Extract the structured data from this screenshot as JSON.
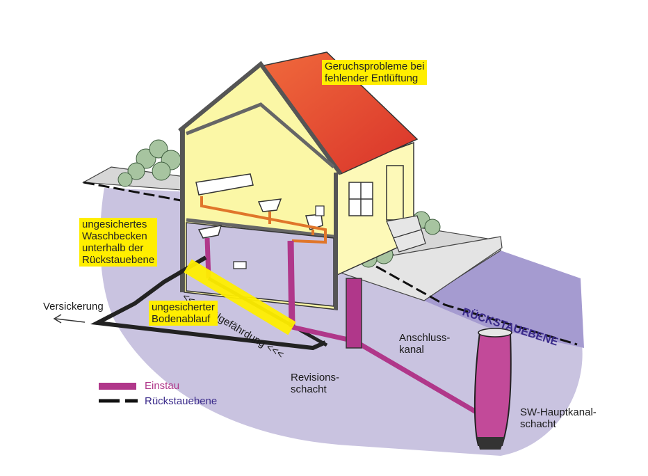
{
  "labels": {
    "odor": "Geruchsprobleme bei\nfehlender Entlüftung",
    "basin": "ungesichertes\nWaschbecken\nunterhalb der\nRückstauebene",
    "flush": "<<< Spülgefährdung <<<",
    "drain": "ungesicherter\nBodenablauf",
    "seepage": "Versickerung",
    "connection": "Anschluss-\nkanal",
    "revision": "Revisions-\nschacht",
    "main_shaft": "SW-Hauptkanal-\nschacht",
    "backflow_level": "RÜCKSTAUEBENE"
  },
  "legend": {
    "einstau": "Einstau",
    "rueckstauebene": "Rückstauebene"
  },
  "colors": {
    "ground": "#c9c3e0",
    "ground_dark": "#a59bd0",
    "wall": "#fbf7a6",
    "roof": "#e24a2e",
    "einstau": "#b0378a",
    "pipe_orange": "#e0762a",
    "highlight": "#ffee00",
    "grass": "#d6d6d6"
  }
}
